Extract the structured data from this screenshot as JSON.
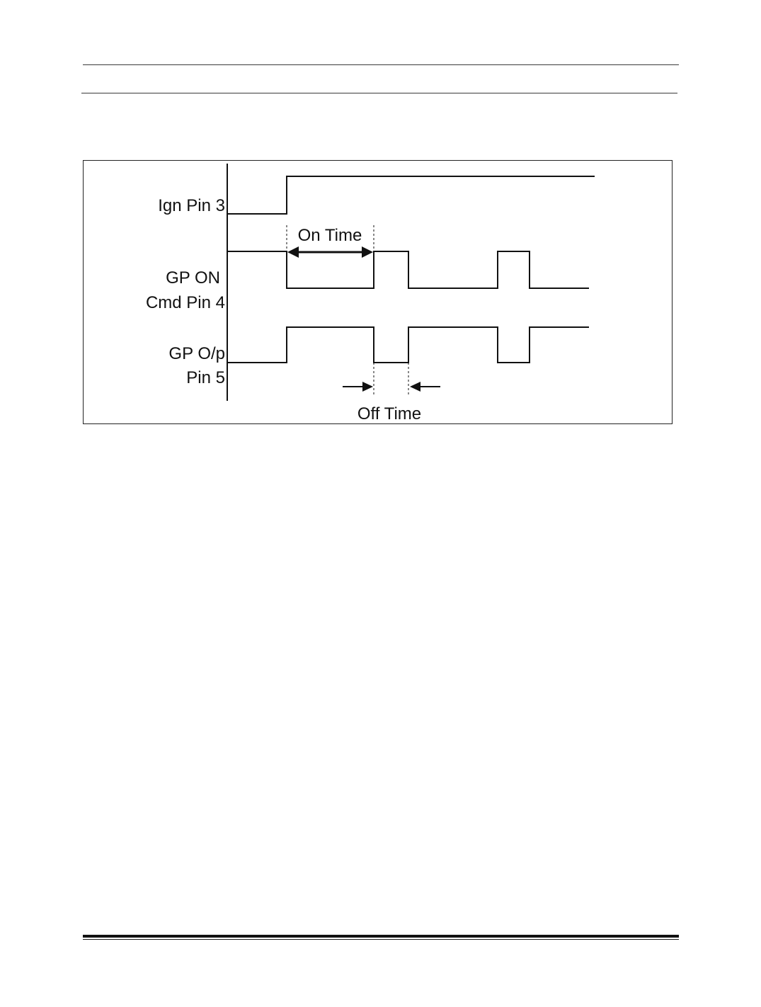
{
  "diagram": {
    "signals": [
      {
        "id": "ign",
        "label_lines": [
          "Ign Pin 3"
        ]
      },
      {
        "id": "cmd",
        "label_lines": [
          "GP ON",
          "Cmd Pin 4"
        ]
      },
      {
        "id": "out",
        "label_lines": [
          "GP O/p",
          "Pin 5"
        ]
      }
    ],
    "annotations": {
      "on_time": "On Time",
      "off_time": "Off Time"
    }
  }
}
